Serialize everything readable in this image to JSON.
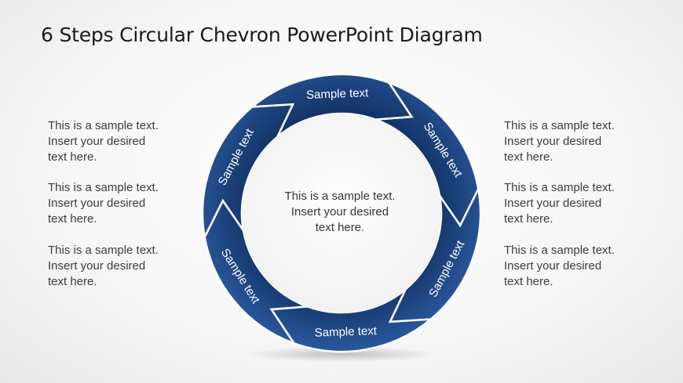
{
  "title": "6 Steps Circular Chevron PowerPoint Diagram",
  "colors": {
    "segment_light": "#28569a",
    "segment_dark": "#0f2d5e",
    "segment_border": "#ffffff",
    "text": "#3b3b3b"
  },
  "segments": [
    {
      "label": "Sample text"
    },
    {
      "label": "Sample text"
    },
    {
      "label": "Sample text"
    },
    {
      "label": "Sample text"
    },
    {
      "label": "Sample text"
    },
    {
      "label": "Sample text"
    }
  ],
  "center": {
    "lines": [
      "This is a sample text.",
      "Insert your desired",
      "text here."
    ]
  },
  "left_blocks": [
    {
      "lines": [
        "This is a sample text.",
        "Insert your desired",
        "text here."
      ]
    },
    {
      "lines": [
        "This is a sample text.",
        "Insert your desired",
        "text here."
      ]
    },
    {
      "lines": [
        "This is a sample text.",
        "Insert your desired",
        "text here."
      ]
    }
  ],
  "right_blocks": [
    {
      "lines": [
        "This is a sample text.",
        "Insert your desired",
        "text here."
      ]
    },
    {
      "lines": [
        "This is a sample text.",
        "Insert your desired",
        "text here."
      ]
    },
    {
      "lines": [
        "This is a sample text.",
        "Insert your desired",
        "text here."
      ]
    }
  ]
}
